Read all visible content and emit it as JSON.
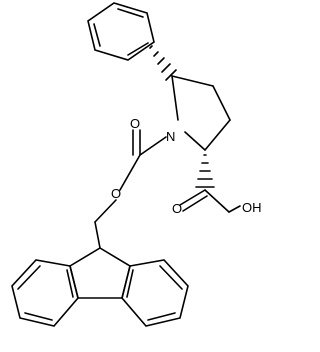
{
  "atoms": {
    "n1": "N",
    "o_ester": "O",
    "o_carbonyl": "O",
    "o_acid_carbonyl": "O",
    "oh": "OH"
  }
}
